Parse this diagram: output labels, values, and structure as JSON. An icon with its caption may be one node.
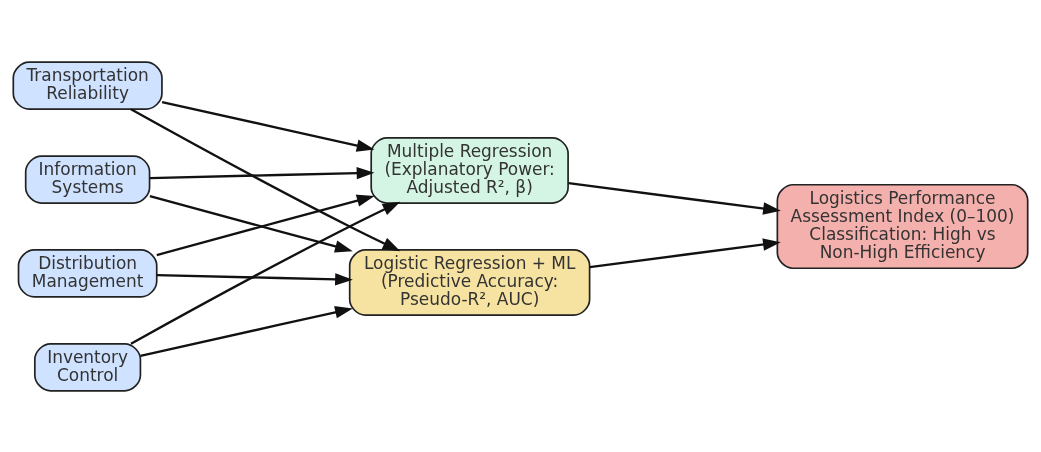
{
  "diagram": {
    "nodes": [
      {
        "text": [
          "Distribution Management"
        ]
      },
      {
        "text": [
          "Inventory Control"
        ]
      },
      {
        "text": [
          "Transportation Reliability"
        ]
      },
      {
        "text": [
          "Information Systems"
        ]
      },
      {
        "text": [
          "Multiple Regression (Explanatory Power: Adjusted R², β)"
        ]
      },
      {
        "text": [
          "Logistic Regression + ML (Predictive Accuracy: Pseudo-R², AUC)"
        ]
      },
      {
        "text": [
          "Logistics Performance Assessment Index (0–100) Classification: High vs Non-High Efficiency"
        ]
      }
    ],
    "edges": [
      {
        "from": 0,
        "to": 4,
        "arrow": "to"
      },
      {
        "from": 0,
        "to": 5,
        "arrow": "to"
      },
      {
        "from": 1,
        "to": 4,
        "arrow": "to"
      },
      {
        "from": 1,
        "to": 5,
        "arrow": "to"
      },
      {
        "from": 2,
        "to": 4,
        "arrow": "to"
      },
      {
        "from": 2,
        "to": 5,
        "arrow": "to"
      },
      {
        "from": 3,
        "to": 4,
        "arrow": "to"
      },
      {
        "from": 3,
        "to": 5,
        "arrow": "to"
      },
      {
        "from": 4,
        "to": 6,
        "arrow": "to"
      },
      {
        "from": 5,
        "to": 6,
        "arrow": "to"
      }
    ]
  }
}
